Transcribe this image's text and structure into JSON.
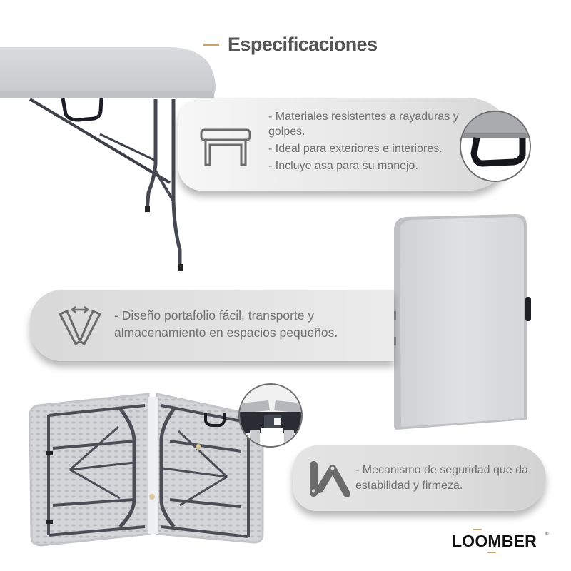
{
  "header": {
    "title": "Especificaciones",
    "accent_color": "#c9a46a"
  },
  "features": [
    {
      "icon": "table-icon",
      "lines": [
        "- Materiales resistentes a rayaduras y golpes.",
        "- Ideal para exteriores e interiores.",
        "- Incluye asa para su manejo."
      ],
      "inset_photo": "table-handle-closeup"
    },
    {
      "icon": "fold-portfolio-icon",
      "lines": [
        "- Diseño portafolio fácil, transporte y almacenamiento en espacios pequeños."
      ]
    },
    {
      "icon": "hinge-lock-icon",
      "lines": [
        "- Mecanismo de seguridad que da estabilidad y firmeza."
      ],
      "inset_photo": "locking-mechanism-closeup"
    }
  ],
  "photos": {
    "top_left": "folding-table-open-side-view",
    "middle_right": "folding-table-closed-portfolio",
    "bottom_left": "folding-table-underside-open"
  },
  "brand": {
    "name": "LOOMBER",
    "registered_mark": "®",
    "text_color": "#111111",
    "accent_color": "#c9a46a"
  },
  "colors": {
    "title_text": "#555555",
    "body_text": "#707070",
    "card_bg": "#e4e4e4",
    "frame_metal": "#4a4d55",
    "tabletop": "#dcdde0"
  }
}
